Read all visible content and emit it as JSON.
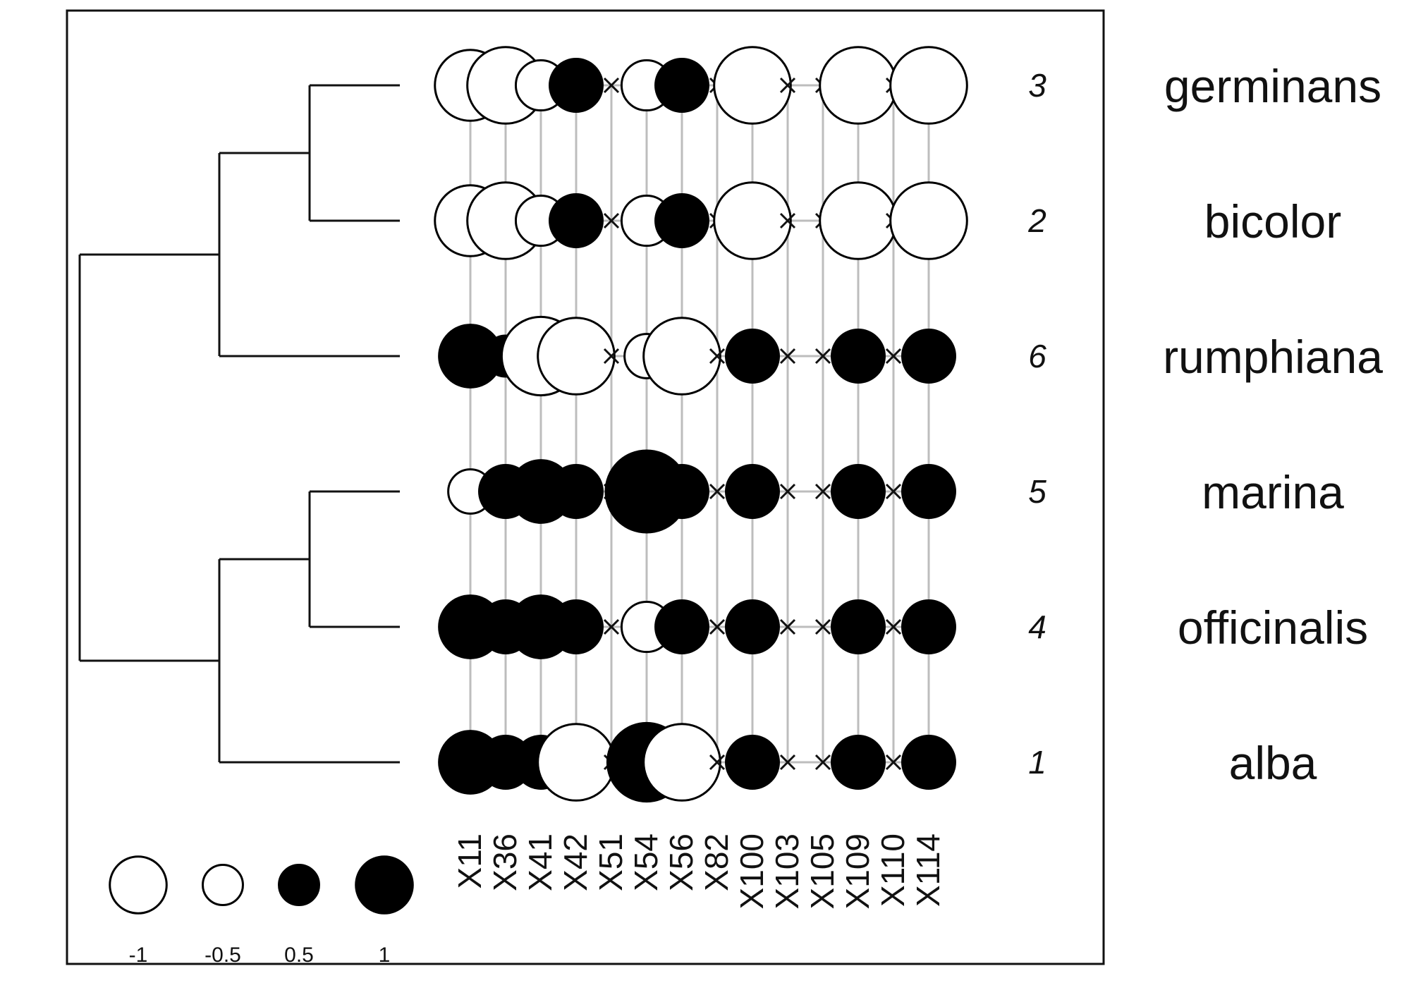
{
  "chart_data": {
    "type": "phylo-heatmap-dotplot",
    "columns": [
      "X11",
      "X36",
      "X41",
      "X42",
      "X51",
      "X54",
      "X56",
      "X82",
      "X100",
      "X103",
      "X105",
      "X109",
      "X110",
      "X114"
    ],
    "rows": [
      {
        "index": "3",
        "species": "germinans",
        "values": [
          -0.9,
          -1.05,
          -0.45,
          0.5,
          0,
          -0.45,
          0.5,
          0,
          -1.05,
          0,
          0,
          -1.05,
          0,
          -1.05
        ]
      },
      {
        "index": "2",
        "species": "bicolor",
        "values": [
          -0.9,
          -1.05,
          -0.45,
          0.5,
          0,
          -0.45,
          0.5,
          0,
          -1.05,
          0,
          0,
          -1.05,
          0,
          -1.05
        ]
      },
      {
        "index": "6",
        "species": "rumphiana",
        "values": [
          0.7,
          0.3,
          -1.1,
          -1.05,
          0,
          -0.35,
          -1.05,
          0,
          0.5,
          0,
          0,
          0.5,
          0,
          0.5
        ]
      },
      {
        "index": "5",
        "species": "marina",
        "values": [
          -0.35,
          0.5,
          0.7,
          0.5,
          0,
          1.2,
          0.5,
          0,
          0.5,
          0,
          0,
          0.5,
          0,
          0.5
        ]
      },
      {
        "index": "4",
        "species": "officinalis",
        "values": [
          0.7,
          0.5,
          0.7,
          0.5,
          0,
          -0.45,
          0.5,
          0,
          0.5,
          0,
          0,
          0.5,
          0,
          0.5
        ]
      },
      {
        "index": "1",
        "species": "alba",
        "values": [
          0.7,
          0.5,
          0.5,
          -1.05,
          0,
          1.1,
          -1.05,
          0,
          0.5,
          0,
          0,
          0.5,
          0,
          0.5
        ]
      }
    ],
    "legend": [
      {
        "label": "-1",
        "value": -1
      },
      {
        "label": "-0.5",
        "value": -0.5
      },
      {
        "label": "0.5",
        "value": 0.5
      },
      {
        "label": "1",
        "value": 1
      }
    ],
    "tree": {
      "children": [
        {
          "children": [
            {
              "children": [
                {
                  "leaf": 0
                },
                {
                  "leaf": 1
                }
              ]
            },
            {
              "leaf": 2
            }
          ]
        },
        {
          "children": [
            {
              "children": [
                {
                  "leaf": 3
                },
                {
                  "leaf": 4
                }
              ]
            },
            {
              "leaf": 5
            }
          ]
        }
      ]
    },
    "colors": {
      "positive": "#000000",
      "negative": "#ffffff",
      "grid": "#bdbdbd",
      "stroke": "#000000"
    }
  }
}
